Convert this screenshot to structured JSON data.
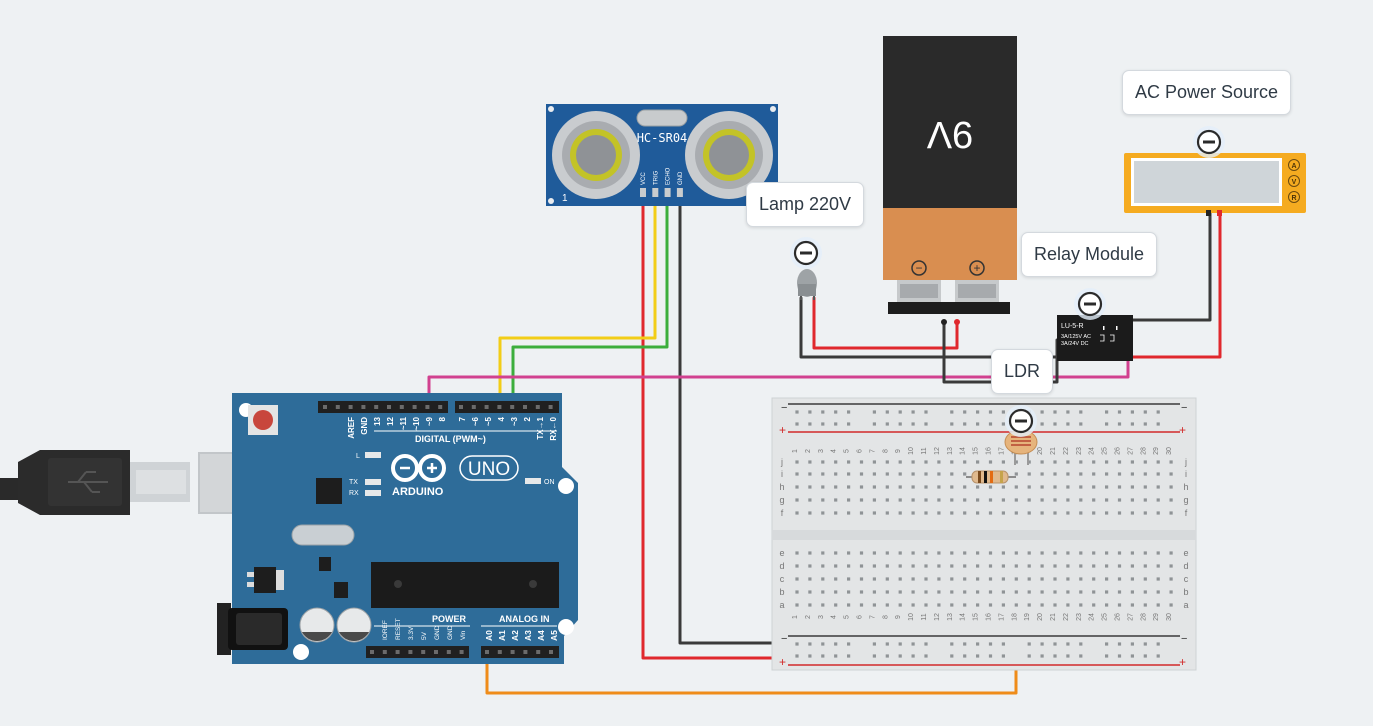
{
  "labels": {
    "ac_power_source": "AC Power Source",
    "lamp": "Lamp 220V",
    "relay_module": "Relay Module",
    "ldr": "LDR"
  },
  "sensor": {
    "model": "HC-SR04",
    "pins": [
      "Vcc",
      "Trig",
      "Echo",
      "GND"
    ]
  },
  "battery": {
    "voltage_label": "9V",
    "neg": "−",
    "pos": "+"
  },
  "relay": {
    "model": "LU-5-R",
    "line1": "3A/125V AC",
    "line2": "3A/24V DC"
  },
  "meter": {
    "modes": [
      "A",
      "V",
      "R"
    ]
  },
  "arduino": {
    "brand": "ARDUINO",
    "model": "UNO",
    "digital_label": "DIGITAL (PWM~)",
    "power_label": "POWER",
    "analog_label": "ANALOG IN",
    "on_label": "ON",
    "l_label": "L",
    "tx_label": "TX",
    "rx_label": "RX",
    "digital_pins": [
      "AREF",
      "GND",
      "13",
      "12",
      "~11",
      "~10",
      "~9",
      "8",
      "7",
      "~6",
      "~5",
      "4",
      "~3",
      "2",
      "TX→1",
      "RX←0"
    ],
    "power_pins": [
      "IOREF",
      "RESET",
      "3.3V",
      "5V",
      "GND",
      "GND",
      "Vin"
    ],
    "analog_pins": [
      "A0",
      "A1",
      "A2",
      "A3",
      "A4",
      "A5"
    ]
  },
  "breadboard": {
    "row_letters_top": [
      "j",
      "i",
      "h",
      "g",
      "f"
    ],
    "row_letters_bottom": [
      "e",
      "d",
      "c",
      "b",
      "a"
    ],
    "minus": "−",
    "plus": "+"
  },
  "colors": {
    "background": "#eef1f3",
    "arduino_blue": "#2e6c99",
    "sensor_blue": "#1f5b9a",
    "wire_red": "#e0282d",
    "wire_black": "#3a3a3a",
    "wire_yellow": "#f2cd17",
    "wire_green": "#3cae3c",
    "wire_magenta": "#d1418f",
    "wire_orange": "#ef8c19",
    "meter_yellow": "#f5ab20",
    "battery_copper": "#d98e50"
  }
}
